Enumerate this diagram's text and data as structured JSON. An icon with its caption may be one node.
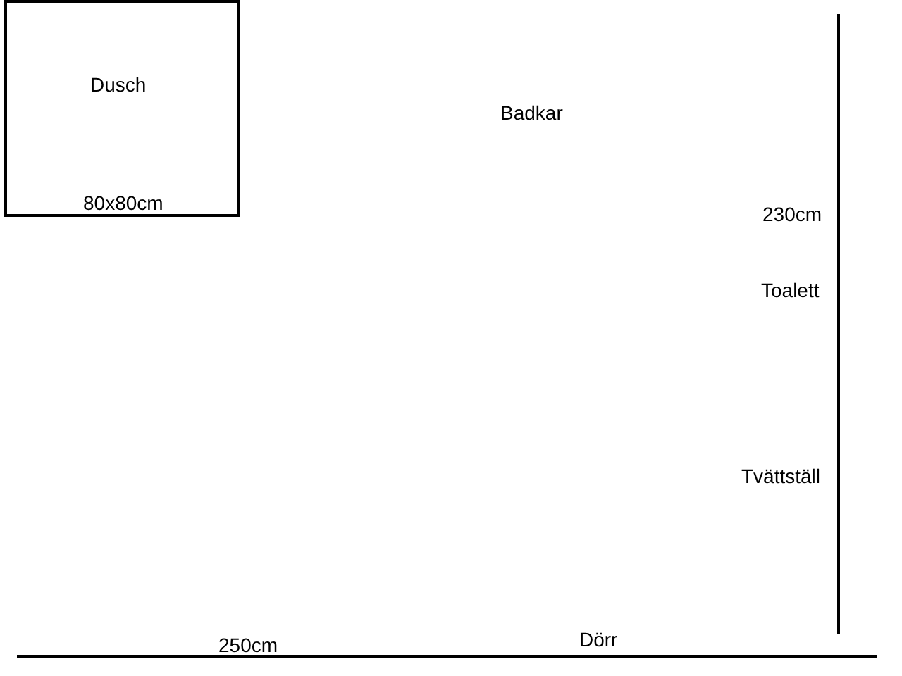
{
  "diagram": {
    "nodes": [
      {
        "text": [
          "Dusch",
          "80x80cm"
        ]
      }
    ],
    "labels": [
      "Badkar",
      "230cm",
      "Toalett",
      "Tvättställ",
      "250cm",
      "Dörr"
    ]
  }
}
